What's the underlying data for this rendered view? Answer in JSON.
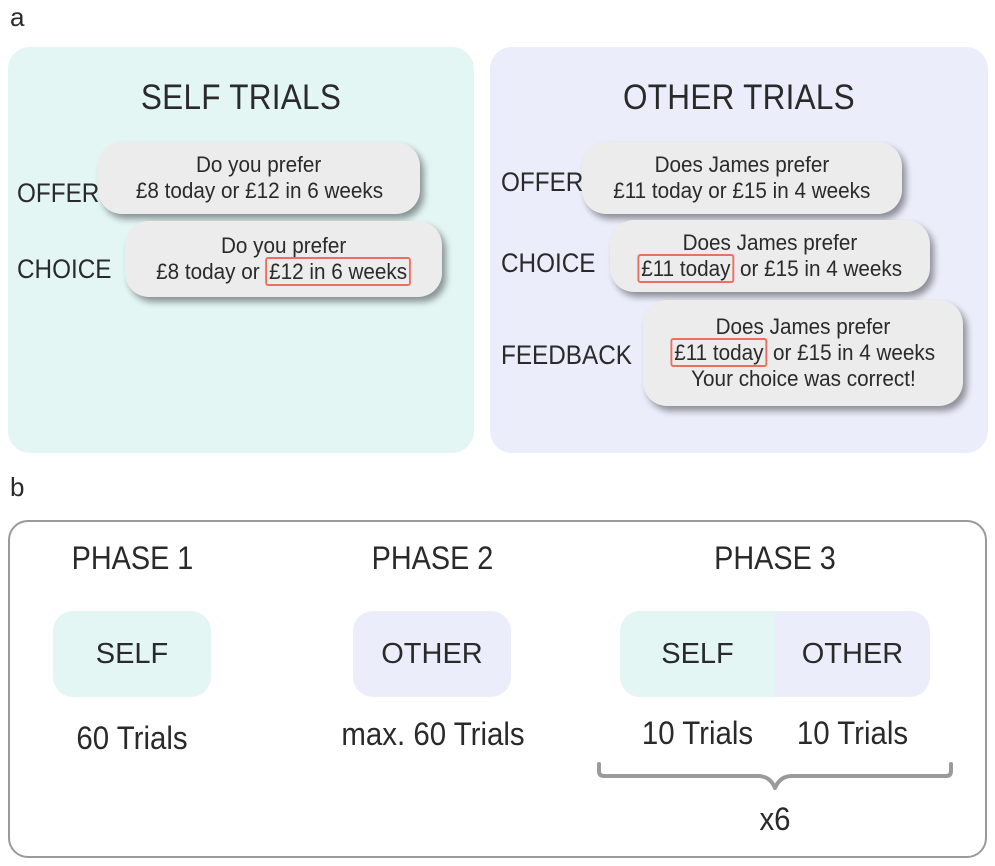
{
  "panel_a": {
    "letter": "a",
    "self": {
      "title": "SELF TRIALS",
      "offer": {
        "label": "OFFER",
        "line1": "Do you prefer",
        "line2": "£8 today or £12 in 6 weeks"
      },
      "choice": {
        "label": "CHOICE",
        "line1": "Do you prefer",
        "line2_pre": "£8 today or ",
        "line2_hl": "£12 in 6 weeks",
        "line2_post": ""
      }
    },
    "other": {
      "title": "OTHER TRIALS",
      "offer": {
        "label": "OFFER",
        "line1": "Does James prefer",
        "line2": "£11 today or £15 in 4 weeks"
      },
      "choice": {
        "label": "CHOICE",
        "line1": "Does James prefer",
        "line2_pre": "",
        "line2_hl": "£11 today",
        "line2_post": " or £15 in 4 weeks"
      },
      "feedback": {
        "label": "FEEDBACK",
        "line1": "Does James prefer",
        "line2_pre": "",
        "line2_hl": "£11 today",
        "line2_post": " or £15 in 4 weeks",
        "line3": "Your choice was correct!"
      }
    }
  },
  "panel_b": {
    "letter": "b",
    "phase1": {
      "title": "PHASE 1",
      "pill": "SELF",
      "trials": "60 Trials"
    },
    "phase2": {
      "title": "PHASE 2",
      "pill": "OTHER",
      "trials": "max. 60 Trials"
    },
    "phase3": {
      "title": "PHASE 3",
      "pill_self": "SELF",
      "pill_other": "OTHER",
      "trials_self": "10 Trials",
      "trials_other": "10 Trials",
      "repeat": "x6"
    }
  },
  "colors": {
    "self_bg": "#e3f6f4",
    "other_bg": "#ebedfb",
    "highlight": "#ef6e62",
    "bubble": "#ececec"
  }
}
